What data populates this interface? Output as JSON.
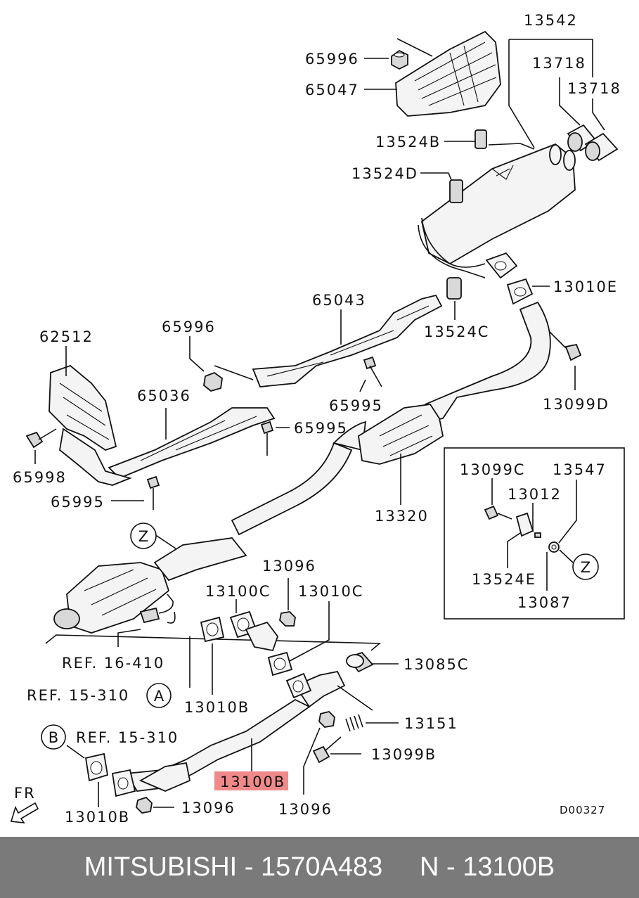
{
  "labels": {
    "p13542": "13542",
    "p13718a": "13718",
    "p13718b": "13718",
    "p65996a": "65996",
    "p65047": "65047",
    "p13524b": "13524B",
    "p13524d": "13524D",
    "p13010e": "13010E",
    "p65043": "65043",
    "p13524c": "13524C",
    "p62512": "62512",
    "p65996b": "65996",
    "p65036": "65036",
    "p65995a": "65995",
    "p65995b": "65995",
    "p13099d": "13099D",
    "p65998": "65998",
    "p65995c": "65995",
    "p13320": "13320",
    "p13099c": "13099C",
    "p13547": "13547",
    "p13012": "13012",
    "p13524e": "13524E",
    "p13087": "13087",
    "p13096a": "13096",
    "p13100c": "13100C",
    "p13010c": "13010C",
    "p13085c": "13085C",
    "ref1": "REF. 16-410",
    "ref2": "REF. 15-310",
    "p13010b1": "13010B",
    "p13151": "13151",
    "ref3": "REF. 15-310",
    "p13099b": "13099B",
    "p13100b": "13100B",
    "p13096b": "13096",
    "p13010b2": "13010B",
    "p13096c": "13096",
    "code": "D00327",
    "fr": "FR",
    "circ_z1": "Z",
    "circ_z2": "Z",
    "circ_a": "A",
    "circ_b": "B"
  },
  "highlight_color": "#f08a8a",
  "footer": {
    "brand": "MITSUBISHI",
    "part_number": "1570A483",
    "ref": "N - 13100B",
    "text": "MITSUBISHI - 1570A483     N - 13100B"
  }
}
